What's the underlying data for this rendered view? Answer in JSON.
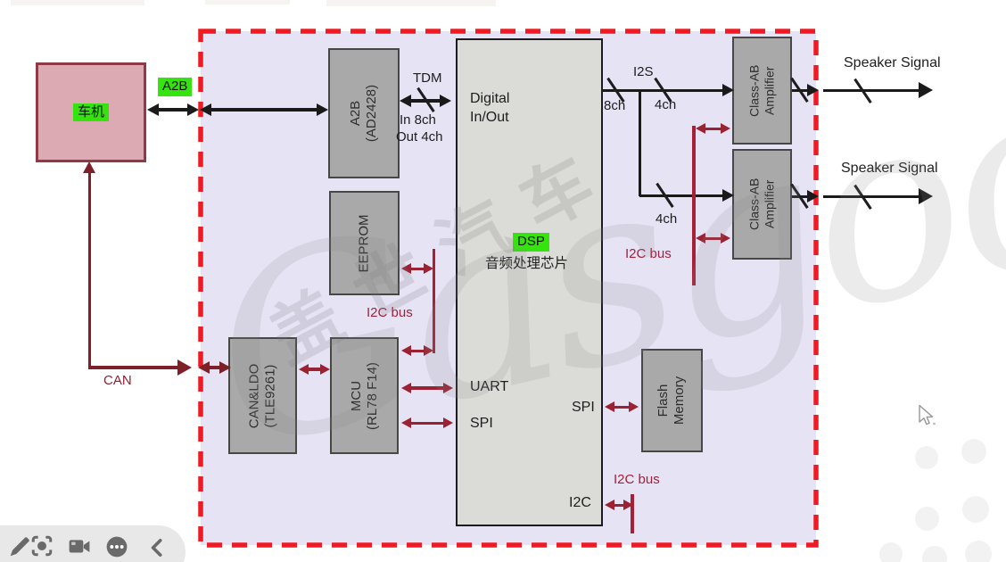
{
  "diagram": {
    "head_unit": "车机",
    "link_a2b": "A2B",
    "blocks": {
      "a2b_chip_name": "A2B",
      "a2b_chip_part": "(AD2428)",
      "eeprom": "EEPROM",
      "can_ldo_name": "CAN&LDO",
      "can_ldo_part": "(TLE9261)",
      "mcu_name": "MCU",
      "mcu_part": "(RL78 F14)",
      "dsp_io_1": "Digital",
      "dsp_io_2": "In/Out",
      "dsp_tag": "DSP",
      "dsp_subtitle": "音频处理芯片",
      "flash_1": "Flash",
      "flash_2": "Memory",
      "amp_top_1": "Class-AB",
      "amp_top_2": "Amplifier",
      "amp_bottom_1": "Class-AB",
      "amp_bottom_2": "Amplifier"
    },
    "ports": {
      "uart": "UART",
      "spi_mcu": "SPI",
      "spi_flash": "SPI",
      "i2c": "I2C"
    },
    "links": {
      "tdm": "TDM",
      "tdm_in": "In 8ch",
      "tdm_out": "Out 4ch",
      "i2s": "I2S",
      "ch8": "8ch",
      "ch4_top": "4ch",
      "ch4_bottom": "4ch",
      "can": "CAN",
      "i2c_bus_eeprom": "I2C bus",
      "i2c_bus_dsp": "I2C bus",
      "i2c_bus_amp": "I2C bus",
      "speaker_top": "Speaker Signal",
      "speaker_bottom": "Speaker Signal"
    },
    "watermark_cn": "盖世汽车",
    "watermark_en": "Gasgoo",
    "colors": {
      "boundary_red": "#ee1b24",
      "panel_lavender": "#e6e3f5",
      "bus_dark_red": "#9b2233",
      "can_dark_red": "#7e2029",
      "highlight_green": "#35e40e",
      "head_unit_pink": "#dcaab2",
      "block_gray": "#a9a9a9",
      "dsp_gray": "#dbdbd8"
    }
  },
  "toolbar": {
    "icons": [
      "pen-icon",
      "screenshot-icon",
      "camera-icon",
      "more-icon",
      "collapse-icon"
    ]
  }
}
